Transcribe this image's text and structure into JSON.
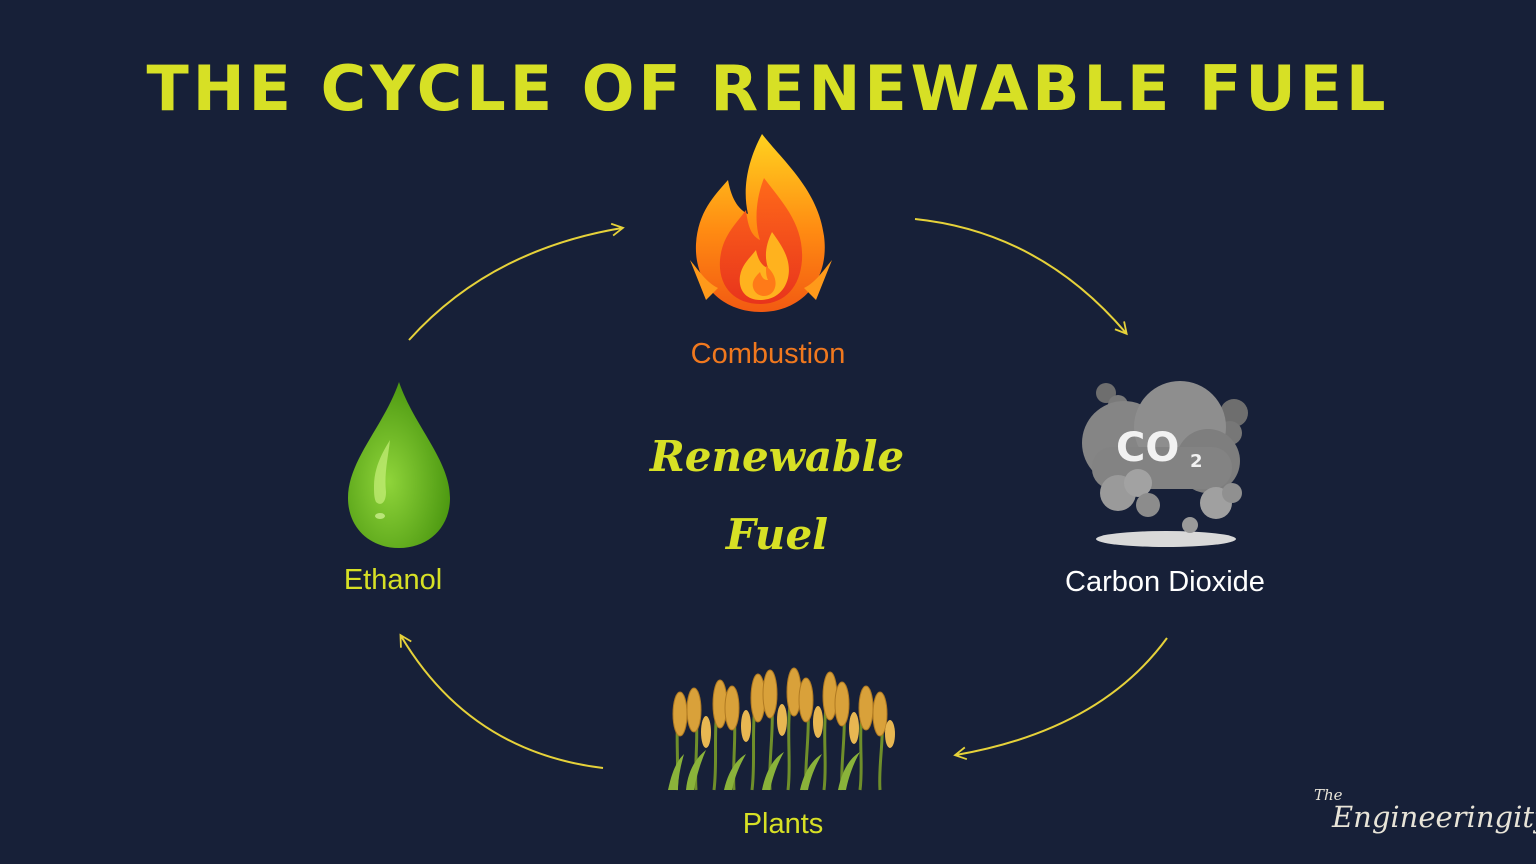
{
  "title": "The Cycle of Renewable Fuel",
  "center_label": {
    "line1": "Renewable",
    "line2": "Fuel"
  },
  "nodes": {
    "combustion": {
      "label": "Combustion",
      "color": "#F0781E",
      "icon": "flame-icon"
    },
    "carbon_dioxide": {
      "label": "Carbon Dioxide",
      "color": "#FFFFFF",
      "icon": "co2-cloud-icon",
      "icon_text": "CO",
      "icon_sub": "2"
    },
    "plants": {
      "label": "Plants",
      "color": "#D7E025",
      "icon": "wheat-plants-icon"
    },
    "ethanol": {
      "label": "Ethanol",
      "color": "#D7E025",
      "icon": "green-drop-icon"
    }
  },
  "arrow_color": "#E6D23A",
  "brand": {
    "small": "The",
    "name": "Engineeringity"
  }
}
